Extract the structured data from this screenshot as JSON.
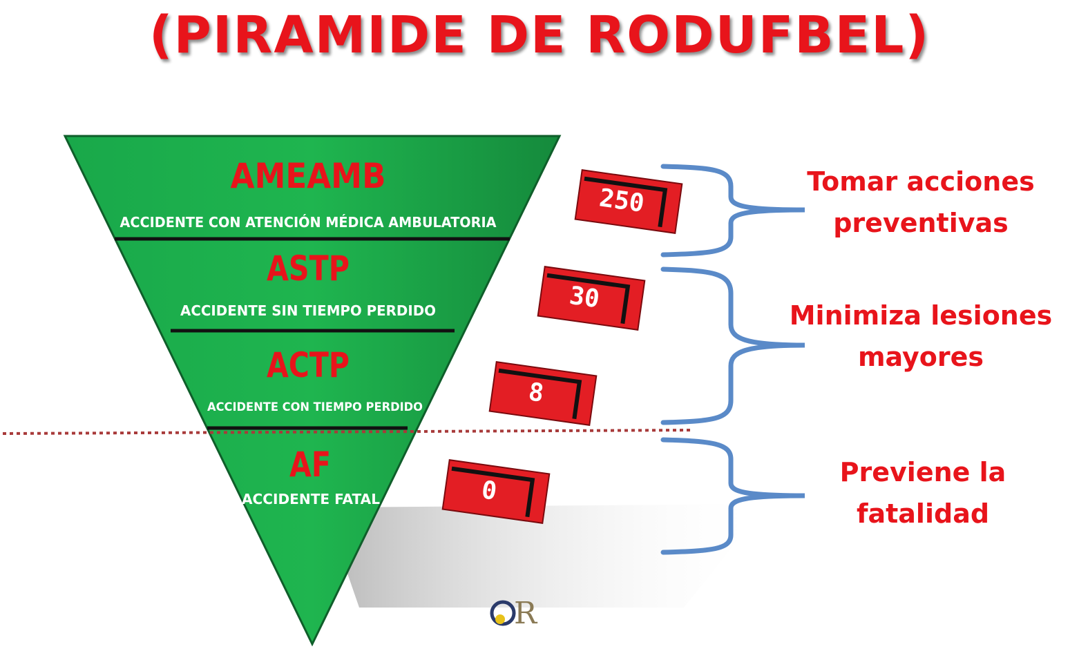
{
  "title": "(PIRAMIDE DE RODUFBEL)",
  "colors": {
    "title": "#e8141b",
    "pyramid": "#19a84a",
    "code": "#e8141b",
    "description": "#ffffff",
    "counter": "#e31e24",
    "bracket": "#5a8ac8",
    "note": "#e8141b",
    "separator": "#a83a3a"
  },
  "levels": [
    {
      "code": "AMEAMB",
      "description": "ACCIDENTE CON ATENCIÓN MÉDICA AMBULATORIA",
      "count": "250"
    },
    {
      "code": "ASTP",
      "description": "ACCIDENTE SIN TIEMPO PERDIDO",
      "count": "30"
    },
    {
      "code": "ACTP",
      "description": "ACCIDENTE CON TIEMPO PERDIDO",
      "count": "8"
    },
    {
      "code": "AF",
      "description": "ACCIDENTE FATAL",
      "count": "0"
    }
  ],
  "notes": [
    {
      "lines": [
        "Tomar acciones",
        "preventivas"
      ]
    },
    {
      "lines": [
        "Minimiza lesiones",
        "mayores"
      ]
    },
    {
      "lines": [
        "Previene la",
        "fatalidad"
      ]
    }
  ],
  "logo": {
    "letter": "R",
    "icon": "globe-logo-icon"
  }
}
